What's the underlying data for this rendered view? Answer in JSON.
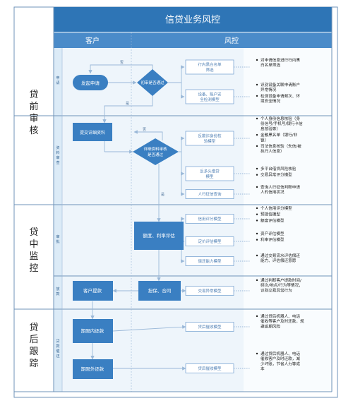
{
  "title": "信贷业务风控",
  "columns": {
    "customer": "客户",
    "risk": "风控"
  },
  "phases": [
    {
      "id": "pre",
      "chars": [
        "贷",
        "前",
        "审",
        "核"
      ]
    },
    {
      "id": "mid",
      "chars": [
        "贷",
        "中",
        "监",
        "控"
      ]
    },
    {
      "id": "post",
      "chars": [
        "贷",
        "后",
        "跟",
        "踪"
      ]
    }
  ],
  "lanes": [
    {
      "id": "apply",
      "chars": [
        "申",
        "请"
      ]
    },
    {
      "id": "material",
      "chars": [
        "资",
        "料",
        "审",
        "查"
      ]
    },
    {
      "id": "approve",
      "chars": [
        "审",
        "批"
      ]
    },
    {
      "id": "loan",
      "chars": [
        "放",
        "款"
      ]
    },
    {
      "id": "collect",
      "chars": [
        "贷",
        "款",
        "催",
        "还"
      ]
    }
  ],
  "process": {
    "apply": "发起申请",
    "first_review": "初审是否通过",
    "submit_docs": "提交详细资料",
    "detail_review": [
      "详细资料审核",
      "是否通过"
    ],
    "amount_rate": "额度、利率评估",
    "guarantee_contract": "担保、合同",
    "customer_withdraw": "客户提款",
    "in_term_collection": "期限内还款",
    "overdue_collection": "期限外还款"
  },
  "flow_labels": {
    "yes": "是",
    "no": "否"
  },
  "models": [
    {
      "id": "blacklist",
      "lines": [
        "行内黑白名单",
        "筛选"
      ]
    },
    {
      "id": "device",
      "lines": [
        "设备、账户安",
        "全检测模型"
      ]
    },
    {
      "id": "fraud_identity",
      "lines": [
        "反欺诈身份核",
        "验模型"
      ]
    },
    {
      "id": "fraud_borrowing",
      "lines": [
        "反多头借贷",
        "模型"
      ]
    },
    {
      "id": "credit_query",
      "lines": [
        "人行征信查询"
      ]
    },
    {
      "id": "credit_score",
      "lines": [
        "信用评分模型"
      ]
    },
    {
      "id": "pricing",
      "lines": [
        "定价评估模型"
      ]
    },
    {
      "id": "repay_ability",
      "lines": [
        "偿还能力模型"
      ]
    },
    {
      "id": "txn_anomaly",
      "lines": [
        "交易异常模型"
      ]
    },
    {
      "id": "postloan_1",
      "lines": [
        "贷后催收模型"
      ]
    },
    {
      "id": "postloan_2",
      "lines": [
        "贷后催收模型"
      ]
    }
  ],
  "notes": [
    {
      "id": "blacklist",
      "bullets": [
        [
          "对申请信息进行行内黑",
          "白名单筛选"
        ]
      ]
    },
    {
      "id": "device",
      "bullets": [
        [
          "识别设备关联申请账户",
          "异常情况"
        ],
        [
          "检测设备申请频次、环",
          "境安全情况"
        ]
      ]
    },
    {
      "id": "fraud_identity",
      "bullets": [
        [
          "个人身份信息核验（身",
          "份信号/手机号/银行卡信",
          "息核验等）"
        ],
        [
          "金融黑名单（银行/非",
          "银）"
        ],
        [
          "司法信息核验（失信/被",
          "执行人信息）"
        ]
      ]
    },
    {
      "id": "fraud_borrowing",
      "bullets": [
        [
          "多平台借贷风险核验"
        ],
        [
          "交易异常评分模型"
        ]
      ]
    },
    {
      "id": "credit_query",
      "bullets": [
        [
          "查询人行征信判断申请",
          "人的信用状况"
        ]
      ]
    },
    {
      "id": "credit_score",
      "bullets": [
        [
          "个人信用评分模型"
        ],
        [
          "预授信模型"
        ],
        [
          "额度评估模型"
        ]
      ]
    },
    {
      "id": "pricing",
      "bullets": [
        [
          "资产评估模型"
        ],
        [
          "利率评估模型"
        ]
      ]
    },
    {
      "id": "repay_ability",
      "bullets": [
        [
          "通过交易流水评估偿还",
          "能力、评估偿还意愿"
        ]
      ]
    },
    {
      "id": "txn_anomaly",
      "bullets": [
        [
          "通过判断客户提款时间/",
          "频次/地点/行为等情况，",
          "识别交易异常行为"
        ]
      ]
    },
    {
      "id": "postloan_1",
      "bullets": [
        [
          "通过贷后机器人、电话",
          "催收等客户及时还款，规",
          "避逾期风险"
        ]
      ]
    },
    {
      "id": "postloan_2",
      "bullets": [
        [
          "通过贷后机器人、电话",
          "催收客户及时还款，减",
          "少坏账，节省人力等成",
          "本"
        ]
      ]
    }
  ],
  "colors": {
    "header": "#2e75b6",
    "subheader": "#4a8bc9",
    "process": "#3a7fc2",
    "lane_fill": "#eef5fb",
    "left_fill": "#dcebf7",
    "model_border": "#7fa9d4",
    "text_dark": "#222222"
  }
}
